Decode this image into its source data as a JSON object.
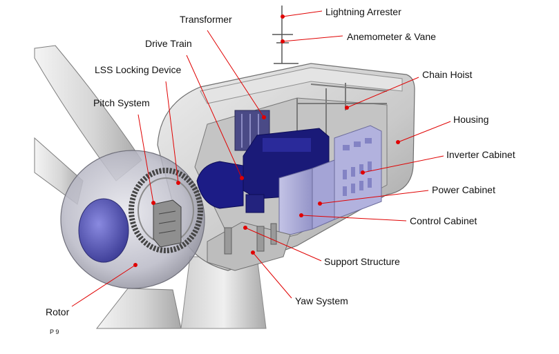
{
  "diagram": {
    "subject": "wind-turbine-nacelle",
    "page_number": "P 9",
    "callouts": [
      {
        "id": "lightning-arrester",
        "label": "Lightning Arrester"
      },
      {
        "id": "anemometer-vane",
        "label": "Anemometer & Vane"
      },
      {
        "id": "transformer",
        "label": "Transformer"
      },
      {
        "id": "drive-train",
        "label": "Drive Train"
      },
      {
        "id": "lss-locking-device",
        "label": "LSS Locking Device"
      },
      {
        "id": "chain-hoist",
        "label": "Chain Hoist"
      },
      {
        "id": "pitch-system",
        "label": "Pitch System"
      },
      {
        "id": "housing",
        "label": "Housing"
      },
      {
        "id": "inverter-cabinet",
        "label": "Inverter Cabinet"
      },
      {
        "id": "power-cabinet",
        "label": "Power Cabinet"
      },
      {
        "id": "control-cabinet",
        "label": "Control Cabinet"
      },
      {
        "id": "support-structure",
        "label": "Support Structure"
      },
      {
        "id": "yaw-system",
        "label": "Yaw System"
      },
      {
        "id": "rotor",
        "label": "Rotor"
      }
    ],
    "colors": {
      "leader_line": "#e00000",
      "label_text": "#111111",
      "machinery": "#1a1a78",
      "cabinets": "#a7a7d6",
      "housing": "#d9d9d9",
      "hub_glass": "#b8b8c4",
      "spinner_core": "#5a5ab8"
    }
  }
}
